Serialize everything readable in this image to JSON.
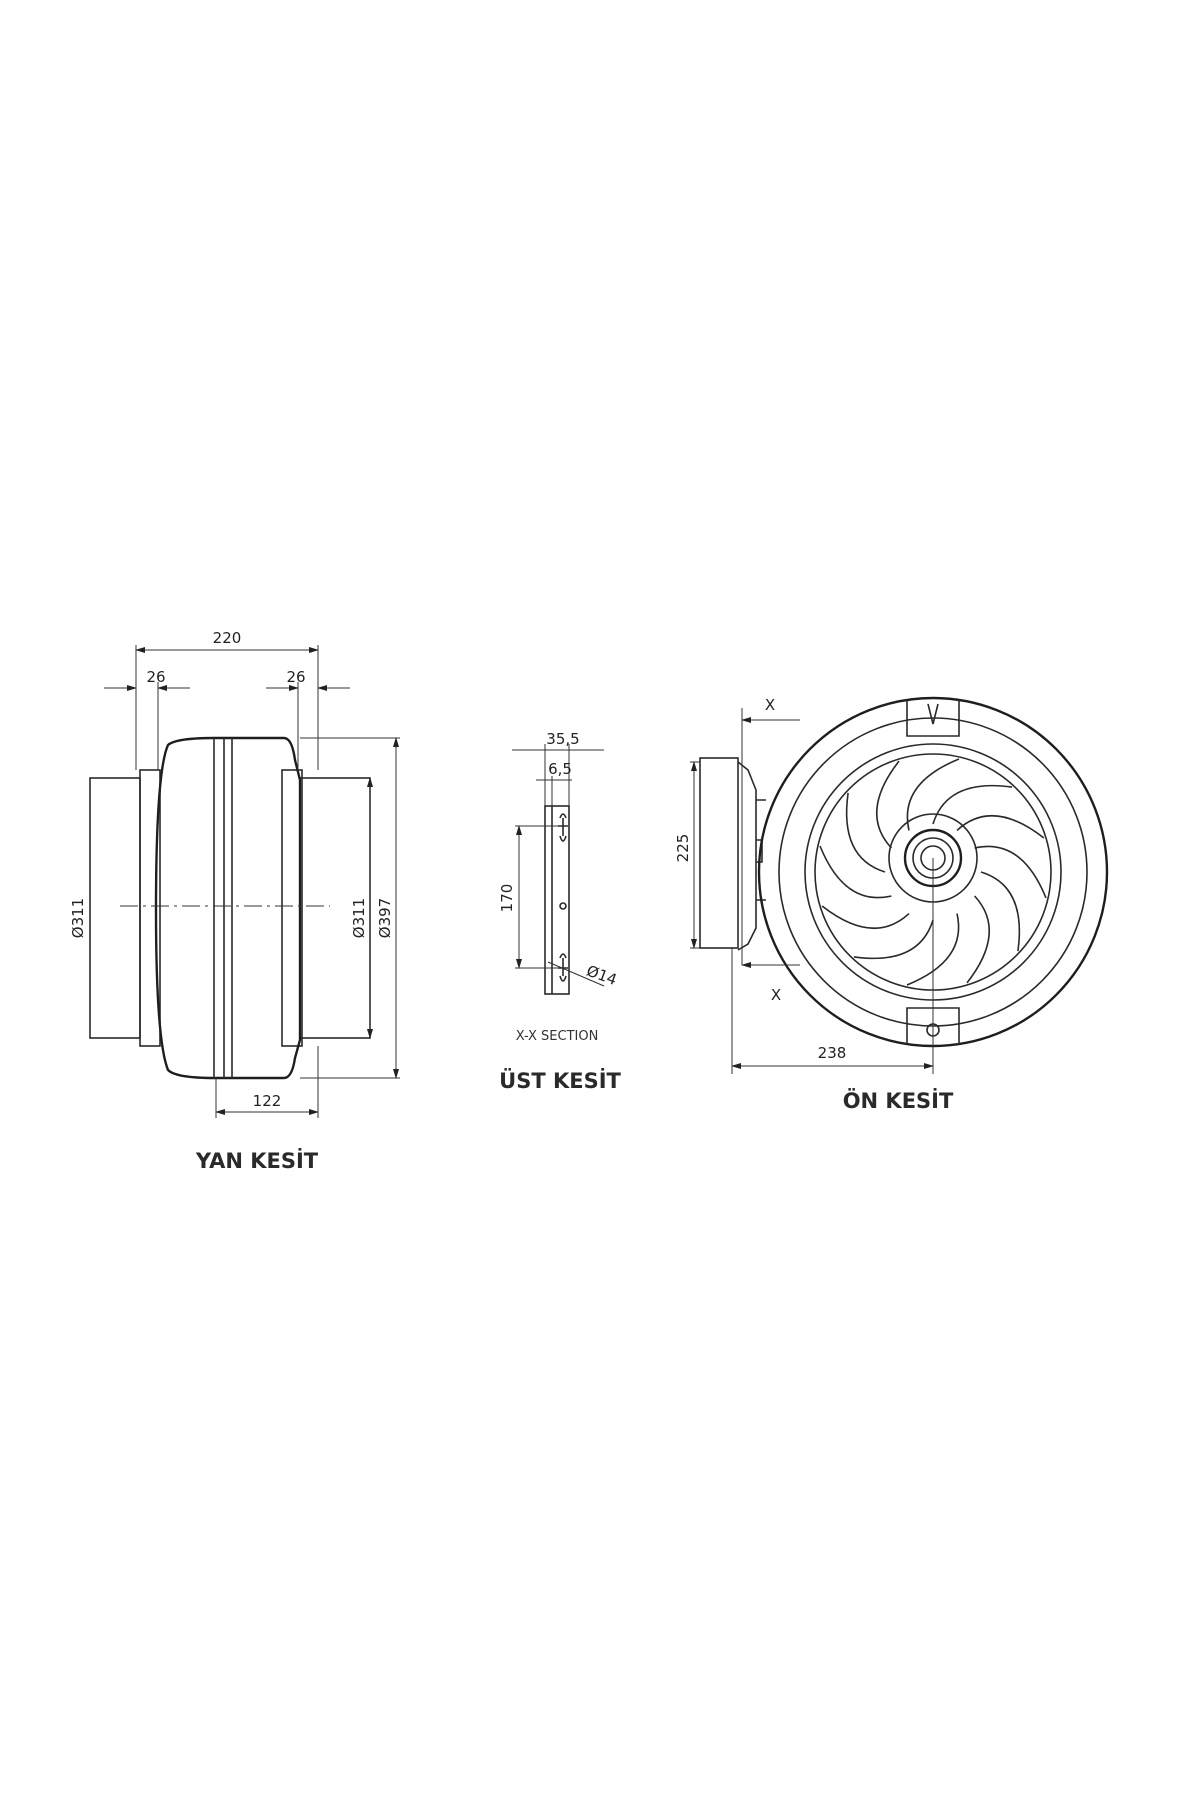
{
  "side_view": {
    "caption": "YAN KESİT",
    "dims": {
      "overall_width": "220",
      "collar_left": "26",
      "collar_right": "26",
      "body_width": "122",
      "inlet_diameter": "Ø311",
      "outlet_diameter": "Ø311",
      "body_diameter": "Ø397"
    }
  },
  "top_view": {
    "caption": "ÜST KESİT",
    "section_label": "X-X SECTION",
    "dims": {
      "bracket_width": "35,5",
      "bracket_thickness": "6,5",
      "hole_spacing": "170",
      "hole_diameter": "Ø14"
    }
  },
  "front_view": {
    "caption": "ÖN KESİT",
    "section_marker_top": "X",
    "section_marker_bottom": "X",
    "dims": {
      "flange_height": "225",
      "depth": "238"
    }
  }
}
